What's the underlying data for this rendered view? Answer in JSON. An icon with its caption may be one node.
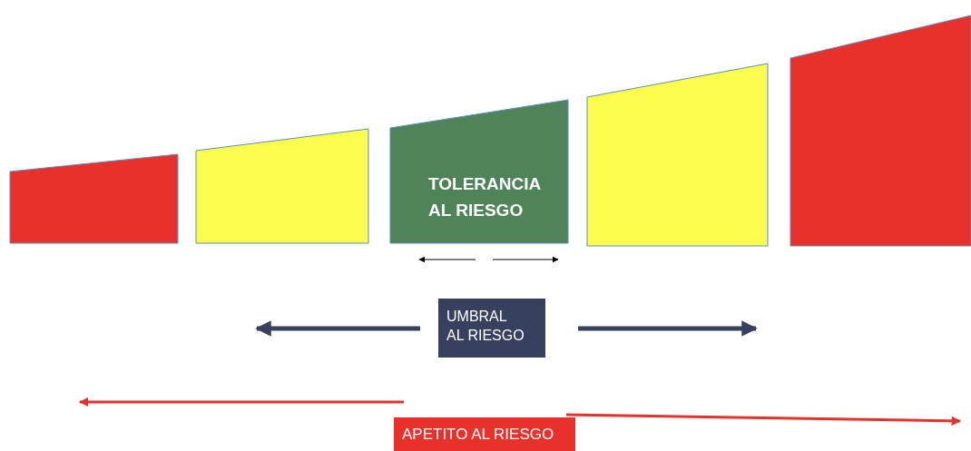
{
  "diagram": {
    "nodes": [
      {
        "text": [],
        "shape": "trapezoid"
      },
      {
        "text": [],
        "shape": "trapezoid"
      },
      {
        "text": [
          "TOLERANCIA AL RIESGO"
        ]
      },
      {
        "text": [],
        "shape": "trapezoid"
      },
      {
        "text": [],
        "shape": "trapezoid"
      },
      {
        "text": [
          "UMBRAL AL RIESGO"
        ]
      },
      {
        "text": [
          "APETITO AL RIESGO"
        ]
      }
    ],
    "edges": [
      {
        "from": 5,
        "to": null,
        "arrow": "to",
        "color": "#37415f"
      },
      {
        "from": 5,
        "to": null,
        "arrow": "to",
        "color": "#37415f"
      },
      {
        "from": 6,
        "to": null,
        "arrow": "to",
        "color": "#e8312a"
      },
      {
        "from": 6,
        "to": null,
        "arrow": "to",
        "color": "#e8312a"
      }
    ]
  }
}
